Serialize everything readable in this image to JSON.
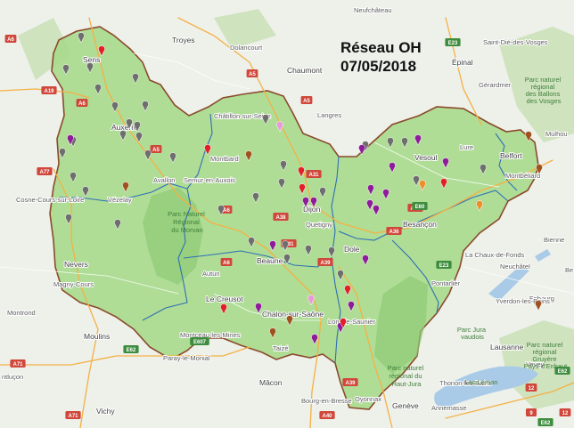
{
  "title": {
    "line1": "Réseau OH",
    "line2": "07/05/2018"
  },
  "colors": {
    "region_fill": "#a6d98a",
    "region_border": "#8b4a2b",
    "department_border": "#2f6fb5",
    "forest": "#b9d9a4",
    "water": "#a9cbe8",
    "background": "#eef0ea",
    "pin_gray": "#6e6e6e",
    "pin_red": "#e21f26",
    "pin_purple": "#8e1b9a",
    "pin_brown": "#a0521e",
    "pin_orange": "#f08c2a",
    "pin_pink": "#e79ad9"
  },
  "places": [
    {
      "label": "Troyes",
      "city": true
    },
    {
      "label": "Neufchâteau",
      "city": false
    },
    {
      "label": "Saint-Dié-des-Vosges",
      "city": false
    },
    {
      "label": "Dolancourt",
      "city": false
    },
    {
      "label": "Chaumont",
      "city": true
    },
    {
      "label": "Épinal",
      "city": true
    },
    {
      "label": "Gérardmer",
      "city": false
    },
    {
      "label": "Sens",
      "city": true
    },
    {
      "label": "Langres",
      "city": false
    },
    {
      "label": "Châtillon-sur-Seine",
      "city": false
    },
    {
      "label": "Mulhou",
      "city": false
    },
    {
      "label": "Auxerre",
      "city": true
    },
    {
      "label": "Vesoul",
      "city": true
    },
    {
      "label": "Lure",
      "city": false
    },
    {
      "label": "Belfort",
      "city": true
    },
    {
      "label": "Montbard",
      "city": false
    },
    {
      "label": "Avallon",
      "city": false
    },
    {
      "label": "Semur-en-Auxois",
      "city": false
    },
    {
      "label": "Montbéliard",
      "city": false
    },
    {
      "label": "Cosne-Cours-sur-Loire",
      "city": false
    },
    {
      "label": "Vézelay",
      "city": false
    },
    {
      "label": "Dijon",
      "city": true
    },
    {
      "label": "Quetigny",
      "city": false
    },
    {
      "label": "Besançon",
      "city": true
    },
    {
      "label": "Bienne",
      "city": false
    },
    {
      "label": "Beaune",
      "city": true
    },
    {
      "label": "Dole",
      "city": true
    },
    {
      "label": "La Chaux-de-Fonds",
      "city": false
    },
    {
      "label": "Nevers",
      "city": true
    },
    {
      "label": "Neuchâtel",
      "city": false
    },
    {
      "label": "Magny-Cours",
      "city": false
    },
    {
      "label": "Autun",
      "city": false
    },
    {
      "label": "Pontarlier",
      "city": false
    },
    {
      "label": "Fribourg",
      "city": false
    },
    {
      "label": "Montrond",
      "city": false
    },
    {
      "label": "Le Creusot",
      "city": true
    },
    {
      "label": "Chalon-sur-Saône",
      "city": true
    },
    {
      "label": "Lons-le-Saunier",
      "city": false
    },
    {
      "label": "Yverdon-les-Bains",
      "city": false
    },
    {
      "label": "Moulins",
      "city": true
    },
    {
      "label": "Montceau-les-Mines",
      "city": false
    },
    {
      "label": "Paray-le-Monial",
      "city": false
    },
    {
      "label": "Taizé",
      "city": false
    },
    {
      "label": "Lausanne",
      "city": true
    },
    {
      "label": "Vevey",
      "city": false
    },
    {
      "label": "Mâcon",
      "city": true
    },
    {
      "label": "Bourg-en-Bresse",
      "city": false
    },
    {
      "label": "Oyonnax",
      "city": false
    },
    {
      "label": "Genève",
      "city": true
    },
    {
      "label": "Thonon-les-Bains",
      "city": false
    },
    {
      "label": "Annemasse",
      "city": false
    },
    {
      "label": "Vichy",
      "city": true
    },
    {
      "label": "ntluçon",
      "city": false
    },
    {
      "label": "Be",
      "city": false
    }
  ],
  "parks": [
    {
      "lines": [
        "Parc Naturel",
        "Régional",
        "du Morvan"
      ]
    },
    {
      "lines": [
        "Parc naturel",
        "régional du",
        "Haut-Jura"
      ]
    },
    {
      "lines": [
        "Parc naturel",
        "régional",
        "des Ballons",
        "des Vosges"
      ]
    },
    {
      "lines": [
        "Parc naturel",
        "régional",
        "Gruyère",
        "Pays-d'Enhaut"
      ]
    },
    {
      "lines": [
        "Parc Jura",
        "vaudois"
      ]
    },
    {
      "lines": [
        "Lac Léman"
      ]
    }
  ],
  "roads": [
    {
      "label": "A6",
      "color": "red"
    },
    {
      "label": "A5",
      "color": "red"
    },
    {
      "label": "A5",
      "color": "red"
    },
    {
      "label": "E23",
      "color": "green"
    },
    {
      "label": "A19",
      "color": "red"
    },
    {
      "label": "A6",
      "color": "red"
    },
    {
      "label": "A5",
      "color": "red"
    },
    {
      "label": "A6",
      "color": "red"
    },
    {
      "label": "A77",
      "color": "red"
    },
    {
      "label": "A31",
      "color": "red"
    },
    {
      "label": "A36",
      "color": "red"
    },
    {
      "label": "A38",
      "color": "red"
    },
    {
      "label": "A6",
      "color": "red"
    },
    {
      "label": "A31",
      "color": "red"
    },
    {
      "label": "A39",
      "color": "red"
    },
    {
      "label": "E23",
      "color": "green"
    },
    {
      "label": "A36",
      "color": "red"
    },
    {
      "label": "E60",
      "color": "green"
    },
    {
      "label": "E607",
      "color": "green"
    },
    {
      "label": "A71",
      "color": "red"
    },
    {
      "label": "E62",
      "color": "green"
    },
    {
      "label": "A40",
      "color": "red"
    },
    {
      "label": "A39",
      "color": "red"
    },
    {
      "label": "E62",
      "color": "green"
    },
    {
      "label": "A71",
      "color": "red"
    },
    {
      "label": "12",
      "color": "red"
    },
    {
      "label": "9",
      "color": "red"
    },
    {
      "label": "12",
      "color": "red"
    },
    {
      "label": "E62",
      "color": "green"
    }
  ],
  "markers": [
    {
      "color": "gray"
    },
    {
      "color": "red"
    },
    {
      "color": "gray"
    },
    {
      "color": "gray"
    },
    {
      "color": "gray"
    },
    {
      "color": "gray"
    },
    {
      "color": "gray"
    },
    {
      "color": "gray"
    },
    {
      "color": "gray"
    },
    {
      "color": "gray"
    },
    {
      "color": "gray"
    },
    {
      "color": "gray"
    },
    {
      "color": "gray"
    },
    {
      "color": "gray"
    },
    {
      "color": "gray"
    },
    {
      "color": "purple"
    },
    {
      "color": "gray"
    },
    {
      "color": "gray"
    },
    {
      "color": "red"
    },
    {
      "color": "brown"
    },
    {
      "color": "gray"
    },
    {
      "color": "gray"
    },
    {
      "color": "brown"
    },
    {
      "color": "gray"
    },
    {
      "color": "gray"
    },
    {
      "color": "pink"
    },
    {
      "color": "gray"
    },
    {
      "color": "red"
    },
    {
      "color": "gray"
    },
    {
      "color": "red"
    },
    {
      "color": "gray"
    },
    {
      "color": "gray"
    },
    {
      "color": "purple"
    },
    {
      "color": "purple"
    },
    {
      "color": "gray"
    },
    {
      "color": "gray"
    },
    {
      "color": "gray"
    },
    {
      "color": "purple"
    },
    {
      "color": "gray"
    },
    {
      "color": "gray"
    },
    {
      "color": "red"
    },
    {
      "color": "gray"
    },
    {
      "color": "purple"
    },
    {
      "color": "pink"
    },
    {
      "color": "red"
    },
    {
      "color": "purple"
    },
    {
      "color": "brown"
    },
    {
      "color": "purple"
    },
    {
      "color": "gray"
    },
    {
      "color": "gray"
    },
    {
      "color": "purple"
    },
    {
      "color": "purple"
    },
    {
      "color": "gray"
    },
    {
      "color": "purple"
    },
    {
      "color": "purple"
    },
    {
      "color": "purple"
    },
    {
      "color": "purple"
    },
    {
      "color": "gray"
    },
    {
      "color": "purple"
    },
    {
      "color": "red"
    },
    {
      "color": "orange"
    },
    {
      "color": "purple"
    },
    {
      "color": "gray"
    },
    {
      "color": "gray"
    },
    {
      "color": "brown"
    },
    {
      "color": "brown"
    },
    {
      "color": "orange"
    },
    {
      "color": "brown"
    },
    {
      "color": "purple"
    },
    {
      "color": "purple"
    },
    {
      "color": "brown"
    },
    {
      "color": "red"
    }
  ]
}
